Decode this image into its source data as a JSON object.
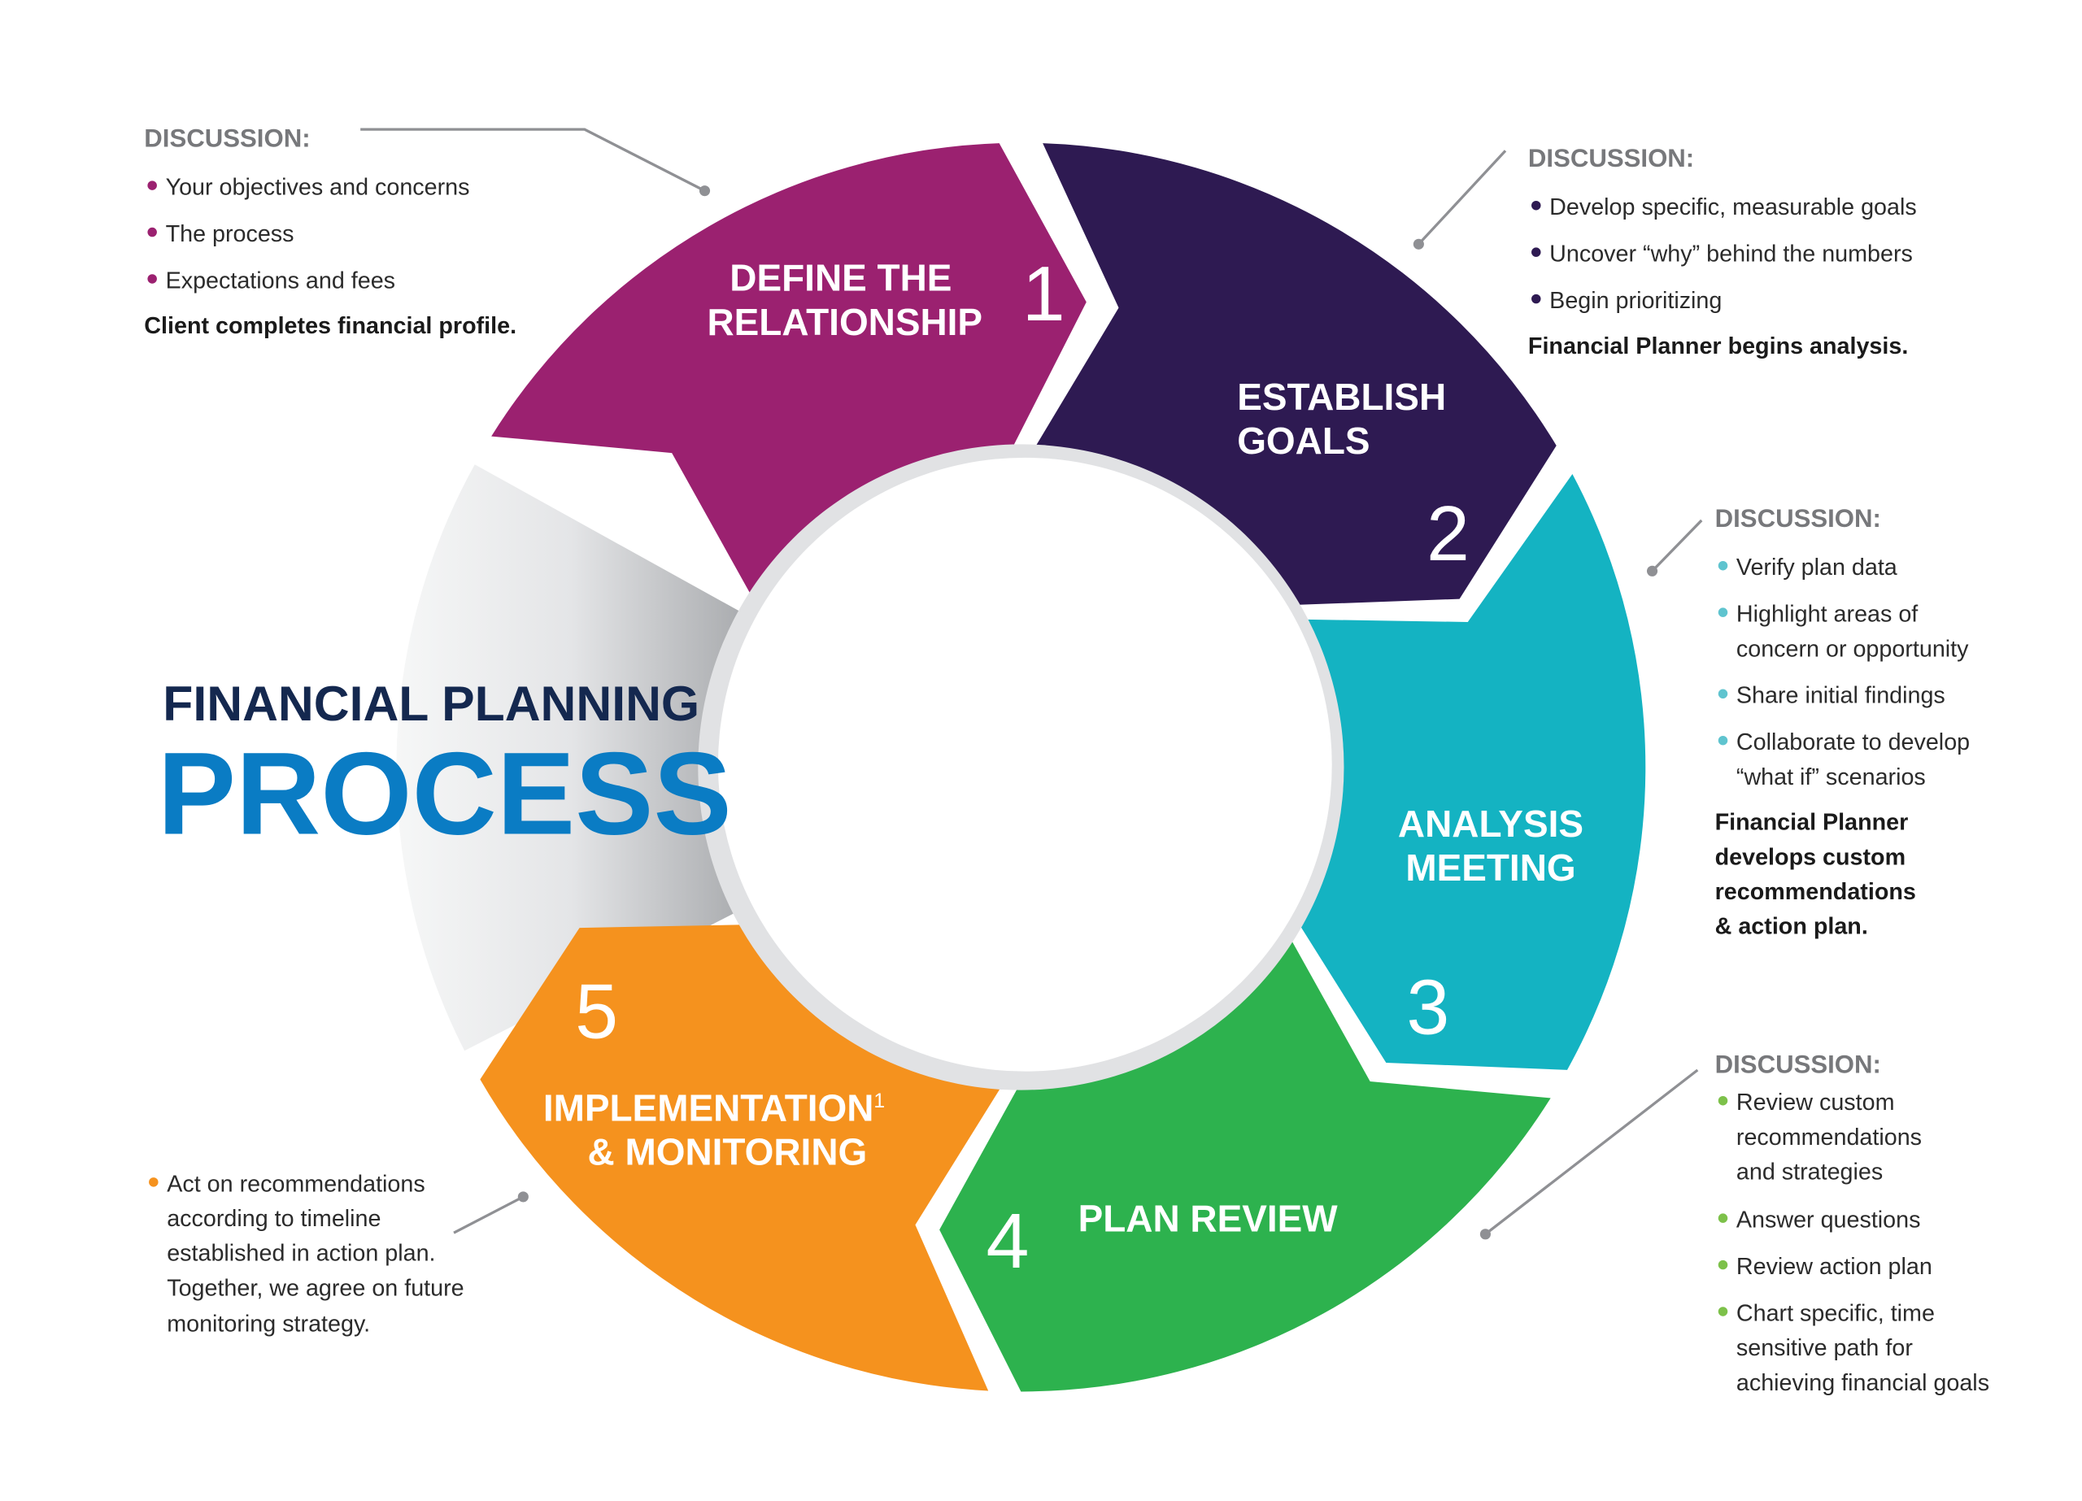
{
  "title": {
    "line1": "FINANCIAL PLANNING",
    "line2": "PROCESS"
  },
  "colors": {
    "magenta": "#9b2170",
    "purple": "#2e1a52",
    "teal": "#14b3c2",
    "green": "#2db24e",
    "orange": "#f5921e",
    "gray": "#77787b",
    "navy": "#14284f",
    "blue": "#0a7cc4"
  },
  "segments": [
    {
      "number": "1",
      "lines": [
        "DEFINE THE",
        "RELATIONSHIP"
      ],
      "color": "#9b2170"
    },
    {
      "number": "2",
      "lines": [
        "ESTABLISH",
        "GOALS"
      ],
      "color": "#2e1a52"
    },
    {
      "number": "3",
      "lines": [
        "ANALYSIS",
        "MEETING"
      ],
      "color": "#14b3c2"
    },
    {
      "number": "4",
      "lines": [
        "PLAN REVIEW"
      ],
      "color": "#2db24e"
    },
    {
      "number": "5",
      "lines": [
        "IMPLEMENTATION",
        "& MONITORING"
      ],
      "footnote": "1",
      "color": "#f5921e"
    }
  ],
  "notes": {
    "step1": {
      "heading": "DISCUSSION:",
      "bullets": [
        "Your objectives and concerns",
        "The process",
        "Expectations and fees"
      ],
      "summary": "Client completes financial profile."
    },
    "step2": {
      "heading": "DISCUSSION:",
      "bullets": [
        "Develop specific, measurable goals",
        "Uncover “why” behind the numbers",
        "Begin prioritizing"
      ],
      "summary": "Financial Planner begins analysis."
    },
    "step3": {
      "heading": "DISCUSSION:",
      "bullets": [
        [
          "Verify plan data"
        ],
        [
          "Highlight areas of",
          "concern or opportunity"
        ],
        [
          "Share initial findings"
        ],
        [
          "Collaborate to develop",
          "“what if” scenarios"
        ]
      ],
      "summary": [
        "Financial Planner",
        "develops custom",
        "recommendations",
        "& action plan."
      ]
    },
    "step4": {
      "heading": "DISCUSSION:",
      "bullets": [
        [
          "Review custom",
          "recommendations",
          "and strategies"
        ],
        [
          "Answer questions"
        ],
        [
          "Review action plan"
        ],
        [
          "Chart specific, time",
          "sensitive path for",
          "achieving financial goals"
        ]
      ]
    },
    "step5": {
      "lines": [
        "Act on recommendations",
        "according to timeline",
        "established in action plan.",
        "Together, we agree on future",
        "monitoring strategy."
      ]
    }
  }
}
